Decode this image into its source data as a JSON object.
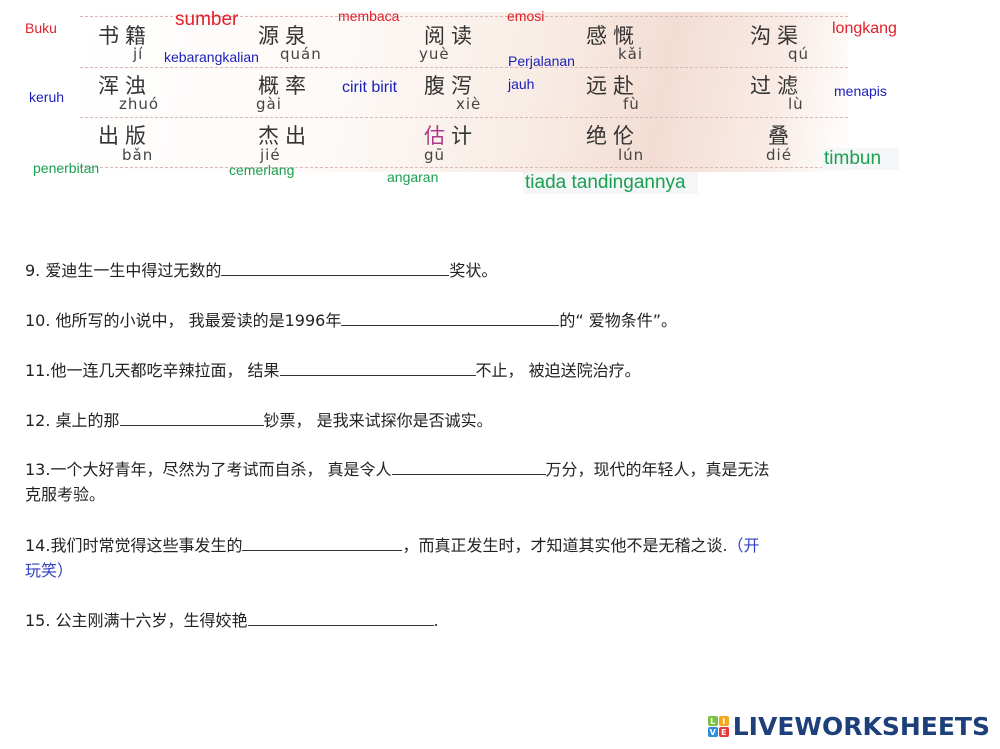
{
  "vocab": {
    "rows": [
      {
        "words": [
          {
            "hanzi": "书籍",
            "pinyin": "jí"
          },
          {
            "hanzi": "源泉",
            "pinyin": "quán"
          },
          {
            "hanzi": "阅读",
            "pinyin": "yuè"
          },
          {
            "hanzi": "感慨",
            "pinyin": "kǎi"
          },
          {
            "hanzi": "沟渠",
            "pinyin": "qú"
          }
        ]
      },
      {
        "words": [
          {
            "hanzi": "浑浊",
            "pinyin": "zhuó"
          },
          {
            "hanzi": "概率",
            "pinyin": "gài"
          },
          {
            "hanzi": "腹泻",
            "pinyin": "xiè"
          },
          {
            "hanzi": "远赴",
            "pinyin": "fù"
          },
          {
            "hanzi": "过滤",
            "pinyin": "lù"
          }
        ]
      },
      {
        "words": [
          {
            "hanzi": "出版",
            "pinyin": "bǎn"
          },
          {
            "hanzi": "杰出",
            "pinyin": "jié"
          },
          {
            "hanzi_highlight": "估",
            "hanzi_rest": "计",
            "pinyin": "gū"
          },
          {
            "hanzi": "绝伦",
            "pinyin": "lún"
          },
          {
            "hanzi": "叠",
            "pinyin": "dié"
          }
        ]
      }
    ],
    "labels": {
      "buku": "Buku",
      "sumber": "sumber",
      "membaca": "membaca",
      "emosi": "emosi",
      "longkang": "longkang",
      "kebarangkalian": "kebarangkalian",
      "perjalanan": "Perjalanan",
      "jauh": "jauh",
      "keruh": "keruh",
      "cirit_birit": "cirit birit",
      "menapis": "menapis",
      "penerbitan": "penerbitan",
      "cemerlang": "cemerlang",
      "angaran": "angaran",
      "tiada_tandingannya": "tiada tandingannya",
      "timbun": "timbun"
    },
    "colors": {
      "red": "#e0202a",
      "blue": "#1a1fb8",
      "green": "#1aa050",
      "highlight": "#b03a8a"
    }
  },
  "questions": {
    "q9": {
      "before": "9. 爱迪生一生中得过无数的",
      "after": "奖状。"
    },
    "q10": {
      "before": "10. 他所写的小说中， 我最爱读的是1996年",
      "after": "的“ 爱物条件”。"
    },
    "q11": {
      "before": "11.他一连几天都吃辛辣拉面， 结果",
      "after": "不止， 被迫送院治疗。"
    },
    "q12": {
      "before": "12. 桌上的那",
      "after": "钞票， 是我来试探你是否诚实。"
    },
    "q13": {
      "before": "13.一个大好青年，尽然为了考试而自杀， 真是令人",
      "after": "万分，现代的年轻人，真是无法",
      "line2": "克服考验。"
    },
    "q14": {
      "before": "14.我们时常觉得这些事发生的",
      "after": "，而真正发生时，才知道其实他不是无稽之谈.",
      "note1": "（开",
      "note2": "玩笑）"
    },
    "q15": {
      "before": "15. 公主刚满十六岁，生得姣艳",
      "after": "."
    }
  },
  "footer": {
    "logo_letters": [
      "L",
      "I",
      "V",
      "E"
    ],
    "logo_text": "LIVEWORKSHEETS"
  }
}
